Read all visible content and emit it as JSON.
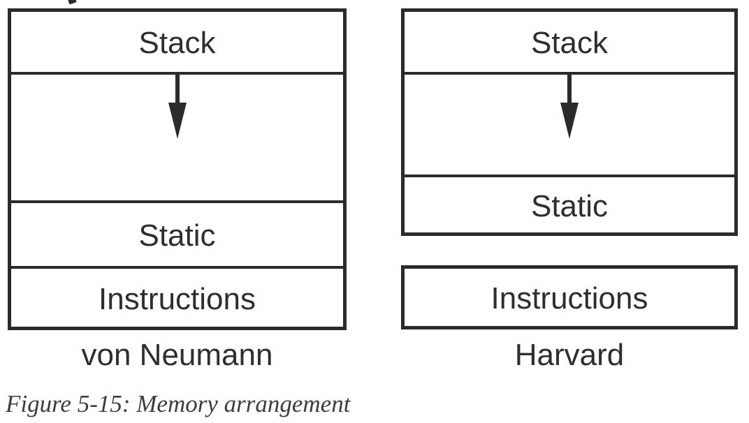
{
  "caption": "Figure 5-15: Memory arrangement",
  "colors": {
    "line": "#2b2b2b",
    "diagram_text": "#2e2e2e",
    "caption_text": "#3d3d3d",
    "background": "#ffffff"
  },
  "icons": {
    "stack_growth": "down-arrow"
  },
  "diagrams": {
    "von_neumann": {
      "label": "von Neumann",
      "stack_label": "Stack",
      "static_label": "Static",
      "instructions_label": "Instructions"
    },
    "harvard": {
      "label": "Harvard",
      "stack_label": "Stack",
      "static_label": "Static",
      "instructions_label": "Instructions"
    }
  }
}
